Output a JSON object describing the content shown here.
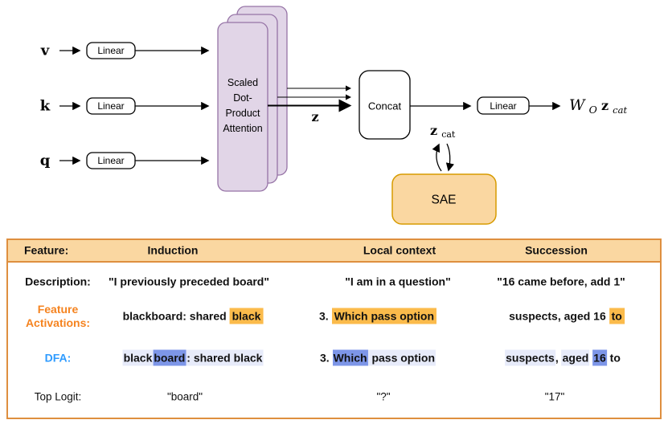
{
  "diagram": {
    "inputs": [
      "v",
      "k",
      "q"
    ],
    "linear_label": "Linear",
    "attention_lines": [
      "Scaled",
      "Dot-",
      "Product",
      "Attention"
    ],
    "z_label": "z",
    "concat_label": "Concat",
    "output_linear_label": "Linear",
    "output": {
      "w": "W",
      "w_sub": "O",
      "z": "z",
      "z_sub": "cat"
    },
    "zcat": {
      "z": "z",
      "sub": "cat"
    },
    "sae_label": "SAE"
  },
  "table": {
    "header": {
      "label": "Feature:",
      "columns": [
        "Induction",
        "Local context",
        "Succession"
      ]
    },
    "description": {
      "label": "Description:",
      "induction": "\"I previously preceded board\"",
      "local": "\"I am in a question\"",
      "succession": "\"16 came before, add 1\""
    },
    "activations": {
      "label_line1": "Feature",
      "label_line2": "Activations:",
      "induction_pre": "blackboard: shared ",
      "induction_hl": "black",
      "local_pre": "3. ",
      "local_hl": "Which pass option",
      "succession_pre": "suspects, aged 16 ",
      "succession_hl": "to"
    },
    "dfa": {
      "label": "DFA:",
      "induction": [
        "black",
        "board",
        ": shared black"
      ],
      "local": [
        "3. ",
        "Which",
        " pass option"
      ],
      "succession": [
        "suspects",
        ", ",
        "aged",
        " ",
        "16",
        " to"
      ]
    },
    "top_logit": {
      "label": "Top Logit:",
      "induction": "\"board\"",
      "local": "\"?\"",
      "succession": "\"17\""
    }
  },
  "colors": {
    "purple_fill": "#e1d5e7",
    "purple_stroke": "#9673a6",
    "sae_fill": "#fad7a1",
    "sae_stroke": "#d79b00",
    "table_border": "#de8f3f",
    "header_bg": "#fad7a1",
    "orange_highlight": "#fbbb4b",
    "blue_strong_highlight": "#7d96e8",
    "blue_light_highlight": "#e7ebfa",
    "activations_label_color": "#f5831f",
    "dfa_label_color": "#2e9bff"
  }
}
